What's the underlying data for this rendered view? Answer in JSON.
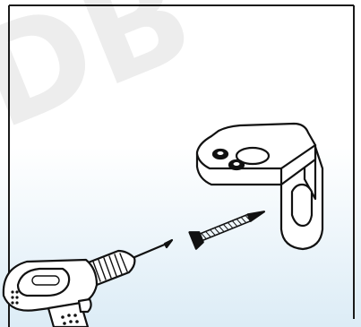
{
  "figure": {
    "watermark": "DB",
    "colors": {
      "background_top": "#ffffff",
      "background_bottom": "#dcecf6",
      "ink": "#111111",
      "part_fill": "#ffffff",
      "watermark": "#ececec"
    },
    "parts": {
      "bracket": "wall-mount-bracket",
      "screw": "wood-screw",
      "drill": "cordless-drill"
    }
  }
}
